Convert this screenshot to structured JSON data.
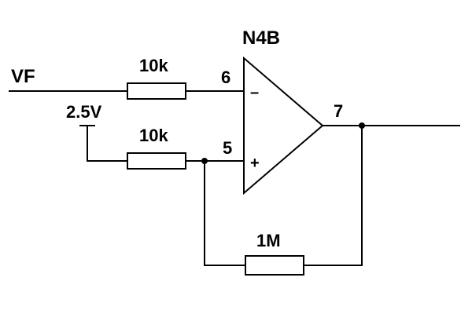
{
  "colors": {
    "line": "#000000",
    "background": "#ffffff"
  },
  "opamp": {
    "designator": "N4B",
    "inverting_pin": "6",
    "noninverting_pin": "5",
    "output_pin": "7",
    "inverting_sign": "–",
    "noninverting_sign": "+"
  },
  "inputs": {
    "signal_label": "VF",
    "reference_label": "2.5V"
  },
  "resistors": {
    "r_input": "10k",
    "r_reference": "10k",
    "r_feedback": "1M"
  }
}
